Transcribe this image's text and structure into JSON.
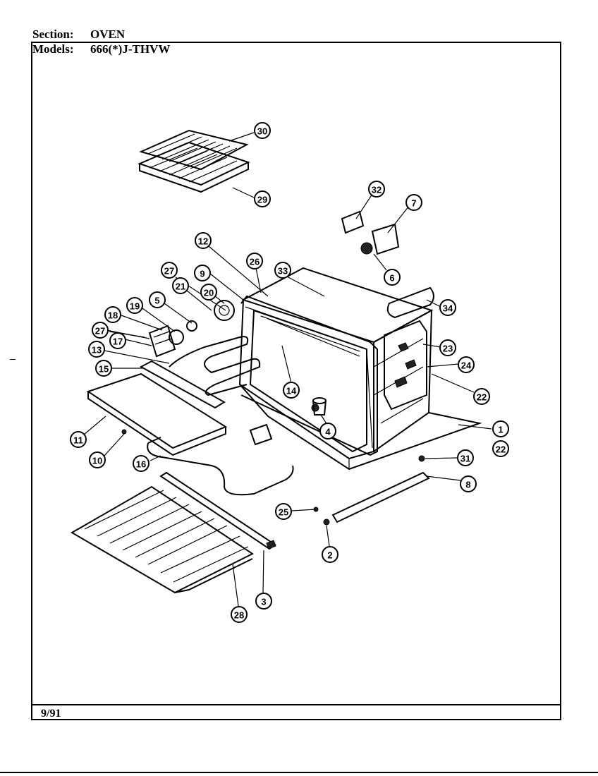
{
  "header": {
    "section_label": "Section:",
    "section_value": "OVEN",
    "models_label": "Models:",
    "models_value": "666(*)J-THVW"
  },
  "footer": {
    "date": "9/91"
  },
  "callouts": [
    {
      "id": "c30",
      "label": "30"
    },
    {
      "id": "c29",
      "label": "29"
    },
    {
      "id": "c32",
      "label": "32"
    },
    {
      "id": "c7",
      "label": "7"
    },
    {
      "id": "c6",
      "label": "6"
    },
    {
      "id": "c12",
      "label": "12"
    },
    {
      "id": "c26",
      "label": "26"
    },
    {
      "id": "c33",
      "label": "33"
    },
    {
      "id": "c27a",
      "label": "27"
    },
    {
      "id": "c9",
      "label": "9"
    },
    {
      "id": "c21",
      "label": "21"
    },
    {
      "id": "c20",
      "label": "20"
    },
    {
      "id": "c34",
      "label": "34"
    },
    {
      "id": "c5",
      "label": "5"
    },
    {
      "id": "c19",
      "label": "19"
    },
    {
      "id": "c18",
      "label": "18"
    },
    {
      "id": "c27b",
      "label": "27"
    },
    {
      "id": "c17",
      "label": "17"
    },
    {
      "id": "c23",
      "label": "23"
    },
    {
      "id": "c13",
      "label": "13"
    },
    {
      "id": "c24",
      "label": "24"
    },
    {
      "id": "c15",
      "label": "15"
    },
    {
      "id": "c14",
      "label": "14"
    },
    {
      "id": "c22a",
      "label": "22"
    },
    {
      "id": "c4",
      "label": "4"
    },
    {
      "id": "c1",
      "label": "1"
    },
    {
      "id": "c22b",
      "label": "22"
    },
    {
      "id": "c11",
      "label": "11"
    },
    {
      "id": "c10",
      "label": "10"
    },
    {
      "id": "c16",
      "label": "16"
    },
    {
      "id": "c31",
      "label": "31"
    },
    {
      "id": "c8",
      "label": "8"
    },
    {
      "id": "c25",
      "label": "25"
    },
    {
      "id": "c2",
      "label": "2"
    },
    {
      "id": "c3",
      "label": "3"
    },
    {
      "id": "c28",
      "label": "28"
    }
  ]
}
